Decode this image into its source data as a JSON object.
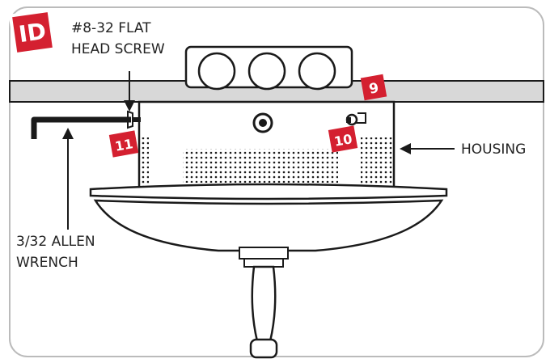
{
  "badge": {
    "text": "ID",
    "color": "#d42030"
  },
  "callouts": {
    "screw_line1": "#8-32 FLAT",
    "screw_line2": "HEAD SCREW",
    "housing": "HOUSING",
    "wrench_line1": "3/32 ALLEN",
    "wrench_line2": "WRENCH"
  },
  "steps": [
    "9",
    "10",
    "11"
  ],
  "colors": {
    "step": "#d42030",
    "ceiling": "#d8d8d8",
    "frame": "#bbbbbb",
    "line": "#1a1a1a"
  }
}
